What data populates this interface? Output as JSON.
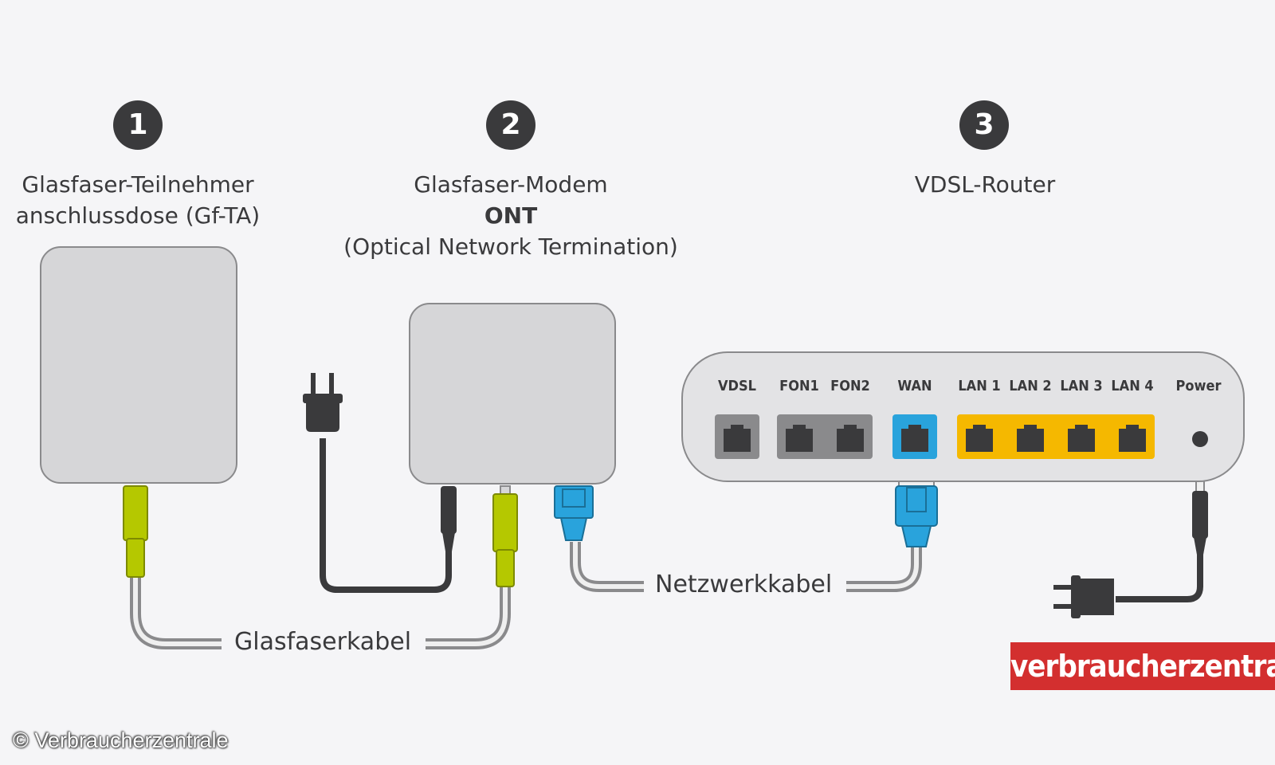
{
  "steps": [
    {
      "number": "1",
      "title_line1": "Glasfaser-Teilnehmer",
      "title_line2": "anschlussdose (Gf-TA)"
    },
    {
      "number": "2",
      "title_line1": "Glasfaser-Modem",
      "title_line2": "ONT",
      "title_line3": "(Optical Network Termination)"
    },
    {
      "number": "3",
      "title_line1": "VDSL-Router"
    }
  ],
  "router_ports": {
    "vdsl": "VDSL",
    "fon1": "FON1",
    "fon2": "FON2",
    "wan": "WAN",
    "lan1": "LAN 1",
    "lan2": "LAN 2",
    "lan3": "LAN 3",
    "lan4": "LAN 4",
    "power": "Power"
  },
  "cables": {
    "fiber": "Glasfaserkabel",
    "network": "Netzwerkkabel"
  },
  "brand": "verbraucherzentrale",
  "copyright": "© Verbraucherzentrale",
  "colors": {
    "fiber_connector": "#b5c800",
    "wan_port": "#29a3dc",
    "lan_ports": "#f5b800",
    "brand_red": "#d32f2f",
    "dark": "#3a3a3c"
  }
}
